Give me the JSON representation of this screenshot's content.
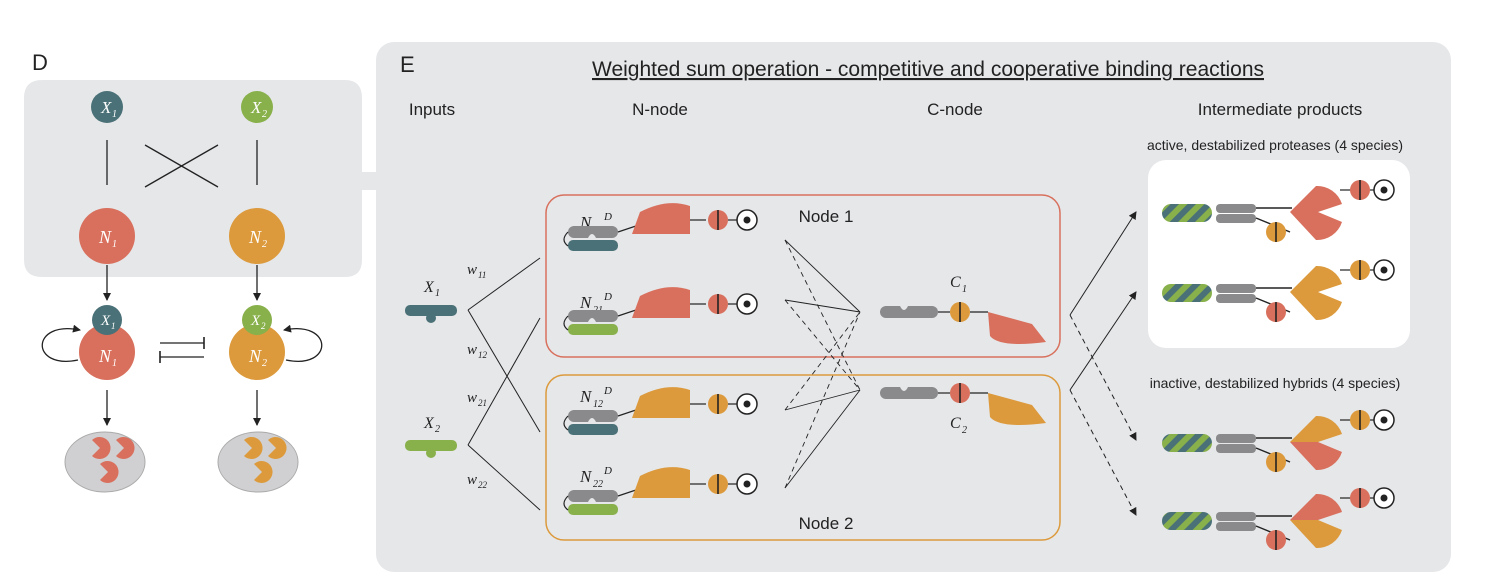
{
  "panel_d": {
    "letter": "D",
    "x1": "X",
    "x1_sub": "1",
    "x2": "X",
    "x2_sub": "2",
    "n1": "N",
    "n1_sub": "1",
    "n2": "N",
    "n2_sub": "2"
  },
  "panel_e": {
    "letter": "E",
    "title": "Weighted sum operation - competitive and cooperative binding reactions",
    "col_inputs": "Inputs",
    "col_nnode": "N-node",
    "col_cnode": "C-node",
    "col_products": "Intermediate products",
    "active_caption": "active, destabilized proteases (4 species)",
    "inactive_caption": "inactive, destabilized hybrids (4 species)",
    "node1_label": "Node 1",
    "node2_label": "Node 2",
    "inputs": [
      {
        "name": "X",
        "sub": "1"
      },
      {
        "name": "X",
        "sub": "2"
      }
    ],
    "weights": [
      {
        "name": "w",
        "sub": "11"
      },
      {
        "name": "w",
        "sub": "12"
      },
      {
        "name": "w",
        "sub": "21"
      },
      {
        "name": "w",
        "sub": "22"
      }
    ],
    "n_species": [
      {
        "name": "N",
        "sub": "11",
        "sup": "D"
      },
      {
        "name": "N",
        "sub": "21",
        "sup": "D"
      },
      {
        "name": "N",
        "sub": "12",
        "sup": "D"
      },
      {
        "name": "N",
        "sub": "22",
        "sup": "D"
      }
    ],
    "c_species": [
      {
        "name": "C",
        "sub": "1"
      },
      {
        "name": "C",
        "sub": "2"
      }
    ]
  },
  "colors": {
    "red": "#d8705d",
    "orange": "#dc9a3d",
    "teal": "#4a7177",
    "green": "#88b04b",
    "gray": "#8a8a8c",
    "panel_bg": "#e6e7e9",
    "node1_border": "#d8705d",
    "node2_border": "#dc9a3d"
  }
}
